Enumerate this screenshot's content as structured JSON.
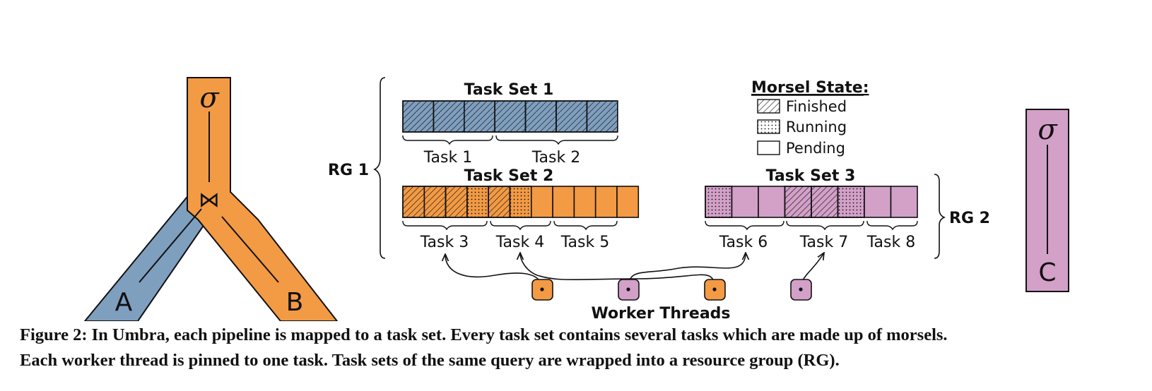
{
  "colors": {
    "blue": "#7f9fbf",
    "orange": "#f39a44",
    "purple": "#d3a0c8",
    "stroke": "#111111"
  },
  "plan_left": {
    "top_operator": "σ",
    "join_operator": "⋈",
    "left_input": "A",
    "right_input": "B"
  },
  "plan_right": {
    "top_operator": "σ",
    "input": "C"
  },
  "resource_groups": {
    "rg1": "RG 1",
    "rg2": "RG 2"
  },
  "task_sets": [
    {
      "title": "Task Set 1",
      "color": "blue",
      "morsels": [
        "finished",
        "finished",
        "finished",
        "finished",
        "finished",
        "finished",
        "finished"
      ],
      "tasks": [
        "Task 1",
        "Task 2"
      ]
    },
    {
      "title": "Task Set 2",
      "color": "orange",
      "morsels": [
        "finished",
        "finished",
        "finished",
        "running",
        "finished",
        "running",
        "pending",
        "pending",
        "pending",
        "pending",
        "pending"
      ],
      "tasks": [
        "Task 3",
        "Task 4",
        "Task 5"
      ]
    },
    {
      "title": "Task Set 3",
      "color": "purple",
      "morsels": [
        "running",
        "pending",
        "pending",
        "finished",
        "finished",
        "running",
        "pending",
        "pending"
      ],
      "tasks": [
        "Task 6",
        "Task 7",
        "Task 8"
      ]
    }
  ],
  "legend": {
    "title": "Morsel State:",
    "finished": "Finished",
    "running": "Running",
    "pending": "Pending"
  },
  "worker_threads": {
    "label": "Worker Threads",
    "threads": [
      {
        "color": "orange",
        "task": "Task 3"
      },
      {
        "color": "purple",
        "task": "Task 6"
      },
      {
        "color": "orange",
        "task": "Task 4"
      },
      {
        "color": "purple",
        "task": "Task 7"
      }
    ]
  },
  "caption": {
    "line1": "Figure 2: In Umbra, each pipeline is mapped to a task set. Every task set contains several tasks which are made up of morsels.",
    "line2": "Each worker thread is pinned to one task. Task sets of the same query are wrapped into a resource group (RG)."
  }
}
